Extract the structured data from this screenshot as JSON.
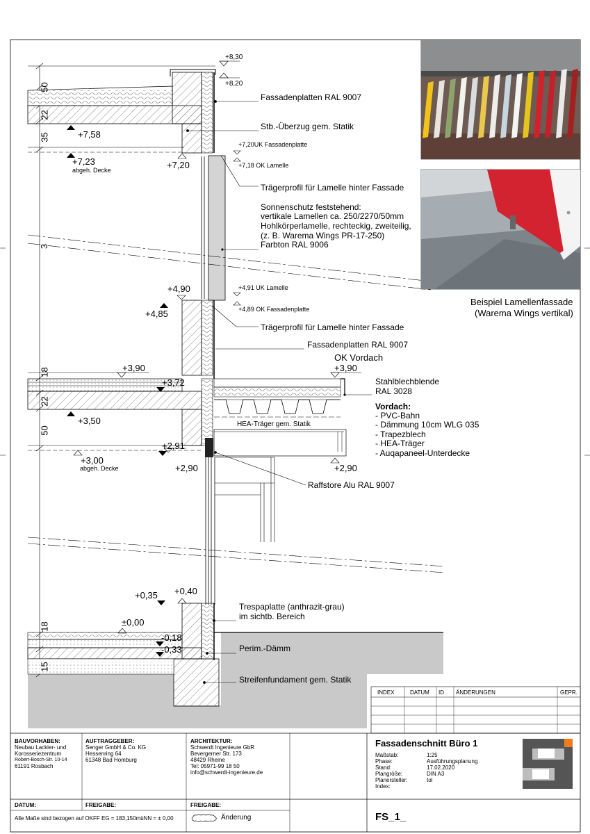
{
  "photos": {
    "caption_line1": "Beispiel Lamellenfassade",
    "caption_line2": "(Warema Wings vertikal)"
  },
  "annotations": {
    "fassadenplatten_top": "Fassadenplatten RAL 9007",
    "ueberzug": "Stb.-Überzug gem. Statik",
    "uk_fassadenplatte_top": "+7,20UK Fassadenplatte",
    "ok_lamelle": "+7,18 OK Lamelle",
    "traegerprofil_top": "Trägerprofil für Lamelle hinter Fassade",
    "sonnenschutz": [
      "Sonnenschutz feststehend:",
      "vertikale Lamellen ca. 250/2270/50mm",
      "Hohlkörperlamelle, rechteckig, zweiteilig,",
      "(z. B. Warema Wings PR-17-250)",
      "Farbton RAL 9006"
    ],
    "uk_lamelle": "+4,91 UK Lamelle",
    "ok_fassadenplatte": "+4,89 OK Fassadenplatte",
    "traegerprofil_bottom": "Trägerprofil für Lamelle hinter Fassade",
    "fassadenplatten_mid": "Fassadenplatten RAL 9007",
    "ok_vordach": "OK Vordach",
    "stahlblechblende": [
      "Stahlblechblende",
      "RAL 3028"
    ],
    "vordach_title": "Vordach:",
    "vordach_items": [
      "- PVC-Bahn",
      "- Dämmung 10cm WLG 035",
      "- Trapezblech",
      "- HEA-Träger",
      "- Auqapaneel-Unterdecke"
    ],
    "hea": "HEA-Träger gem. Statik",
    "raffstore": "Raffstore Alu RAL 9007",
    "trespa": [
      "Trespaplatte (anthrazit-grau)",
      "im sichtb. Bereich"
    ],
    "perim": "Perim.-Dämm",
    "streifenfundament": "Streifenfundament gem. Statik",
    "abgeh_decke": "abgeh. Decke"
  },
  "levels": {
    "p830": "+8,30",
    "p820": "+8,20",
    "p758": "+7,58",
    "p723": "+7,23",
    "p720": "+7,20",
    "p490": "+4,90",
    "p485": "+4,85",
    "p390a": "+3,90",
    "p390b": "+3,90",
    "p372": "+3,72",
    "p350": "+3,50",
    "p300": "+3,00",
    "p291": "+2,91",
    "p290a": "+2,90",
    "p290b": "+2,90",
    "p035": "+0,35",
    "p040": "+0,40",
    "p000": "±0,00",
    "m018": "-0,18",
    "m033": "-0,33"
  },
  "dimensions": {
    "d50a": "50",
    "d22a": "22",
    "d35": "35",
    "d3": "3",
    "d18a": "18",
    "d22b": "22",
    "d50b": "50",
    "d18b": "18",
    "d15": "15"
  },
  "revision_table": {
    "headers": [
      "INDEX",
      "DATUM",
      "ID",
      "ÄNDERUNGEN",
      "GEPR."
    ]
  },
  "title_block": {
    "bauvorhaben_label": "BAUVORHABEN:",
    "bauvorhaben": [
      "Neubau Lackier- und",
      "Korosseriezentrum",
      "Robert-Bosch-Str. 10-14",
      "61191 Rosbach"
    ],
    "auftraggeber_label": "AUFTRAGGEBER:",
    "auftraggeber": [
      "Senger GmbH & Co. KG",
      "Hessenring 64",
      "61348 Bad Homburg"
    ],
    "architektur_label": "ARCHITEKTUR:",
    "architektur": [
      "Schwerdt Ingenieure GbR",
      "Bevergerner Str. 173",
      "48429 Rheine",
      "Tel: 05971-99 18 50",
      "info@schwerdt-ingenieure.de"
    ],
    "plan_title": "Fassadenschnitt Büro 1",
    "meta_labels": [
      "Maßstab:",
      "Phase:",
      "Stand:",
      "Plangröße:",
      "Planersteller:",
      "Index:"
    ],
    "meta_values": [
      "1:25",
      "Ausführungsplanung",
      "17.02.2020",
      "DIN A3",
      "tol",
      ""
    ],
    "datum_label": "DATUM:",
    "freigabe1_label": "FREIGABE:",
    "freigabe2_label": "FREIGABE:",
    "note": "Alle Maße sind bezogen auf OKFF EG = 183,150müNN = ± 0,00",
    "aenderung": "Änderung",
    "plan_number": "FS_1_"
  },
  "colors": {
    "logo_dark": "#555555",
    "logo_light": "#bdbdbd",
    "logo_orange": "#f07d1a",
    "red_panel": "#d42330"
  }
}
